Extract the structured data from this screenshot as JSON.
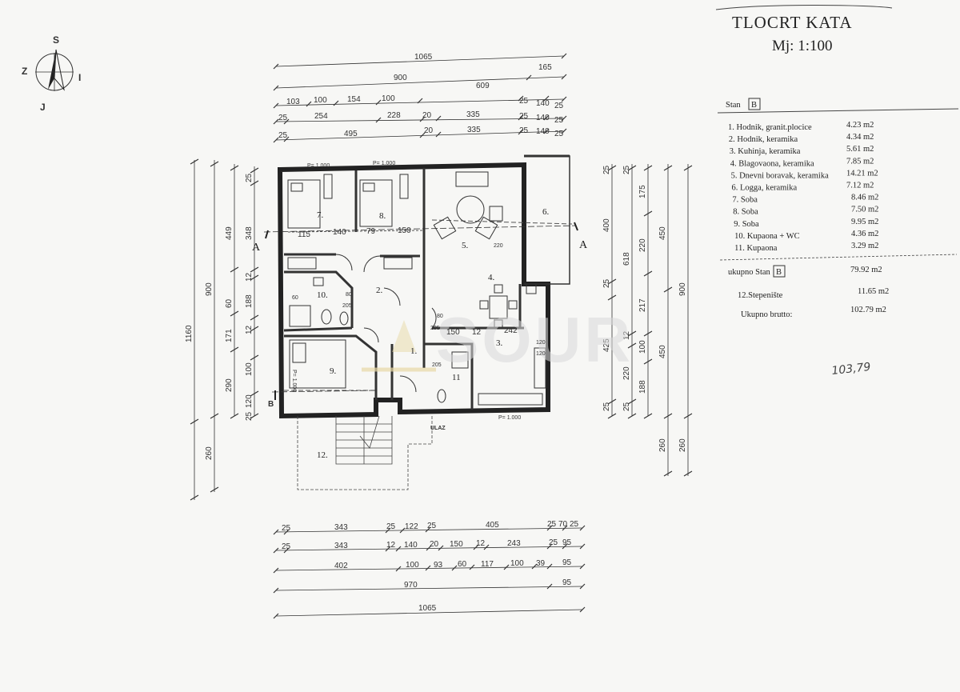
{
  "title": {
    "line1": "TLOCRT  KATA",
    "line2": "Mj: 1:100"
  },
  "compass": {
    "top": "S",
    "bottom": "J",
    "left": "Z",
    "right": "I"
  },
  "legend": {
    "stan_label": "Stan",
    "stan_code": "B",
    "rooms": [
      {
        "name": "1. Hodnik, granit.plocice",
        "area": "4.23 m2"
      },
      {
        "name": "2. Hodnik, keramika",
        "area": "4.34 m2"
      },
      {
        "name": "3. Kuhinja, keramika",
        "area": "5.61 m2"
      },
      {
        "name": "4. Blagovaona, keramika",
        "area": "7.85 m2"
      },
      {
        "name": "5. Dnevni boravak, keramika",
        "area": "14.21 m2"
      },
      {
        "name": "6. Logga, keramika",
        "area": "7.12 m2"
      },
      {
        "name": "7. Soba",
        "area": "8.46 m2"
      },
      {
        "name": "8. Soba",
        "area": "7.50 m2"
      },
      {
        "name": "9. Soba",
        "area": "9.95 m2"
      },
      {
        "name": "10. Kupaona + WC",
        "area": "4.36 m2"
      },
      {
        "name": "11. Kupaona",
        "area": "3.29 m2"
      }
    ],
    "subtotal_label": "ukupno Stan",
    "subtotal_code": "B",
    "subtotal_area": "79.92 m2",
    "stair_label": "12.Stepenište",
    "stair_area": "11.65 m2",
    "gross_label": "Ukupno brutto:",
    "gross_area": "102.79 m2",
    "handwritten": "103,79"
  },
  "plan": {
    "room_labels": [
      "1.",
      "2.",
      "3.",
      "4.",
      "5.",
      "6.",
      "7.",
      "8.",
      "9.",
      "10.",
      "11",
      "12."
    ],
    "section_marks": {
      "a": "A",
      "b": "B"
    },
    "entry_label": "ULAZ",
    "inner_dims": [
      "115",
      "140",
      "79",
      "150",
      "205",
      "205",
      "150",
      "12",
      "242",
      "220",
      "80",
      "80",
      "60",
      "120",
      "205",
      "120"
    ],
    "window_tags": [
      "P= 1.000",
      "P= 1.000",
      "P= 1.000",
      "P= 1.000"
    ],
    "watermark": "SOUR"
  },
  "dimensions": {
    "top_rows": [
      [
        "1065",
        "165"
      ],
      [
        "900",
        "609"
      ],
      [
        "103",
        "100",
        "154",
        "100",
        "25",
        "140",
        "25"
      ],
      [
        "25",
        "254",
        "228",
        "20",
        "335",
        "25",
        "140",
        "25"
      ],
      [
        "25",
        "495",
        "20",
        "335",
        "25",
        "140",
        "25"
      ]
    ],
    "bottom_rows": [
      [
        "25",
        "343",
        "25",
        "122",
        "25",
        "405",
        "25",
        "70",
        "25"
      ],
      [
        "25",
        "343",
        "12",
        "140",
        "20",
        "150",
        "12",
        "243",
        "25",
        "95"
      ],
      [
        "402",
        "100",
        "93",
        "60",
        "117",
        "100",
        "39",
        "95"
      ],
      [
        "970",
        "95"
      ],
      [
        "1065"
      ]
    ],
    "left_outer": "1160",
    "left_col2": [
      "900",
      "260"
    ],
    "left_col3": [
      "449",
      "60",
      "171",
      "290"
    ],
    "left_col4": [
      "25",
      "348",
      "12",
      "188",
      "12",
      "100",
      "120",
      "25"
    ],
    "right_col1": [
      "25",
      "400",
      "25",
      "425",
      "25"
    ],
    "right_col2": [
      "25",
      "618",
      "12",
      "220",
      "25"
    ],
    "right_col3": [
      "175",
      "220",
      "217",
      "100",
      "188"
    ],
    "right_col4": [
      "450",
      "450",
      "260"
    ],
    "right_col5": [
      "900",
      "260"
    ]
  }
}
